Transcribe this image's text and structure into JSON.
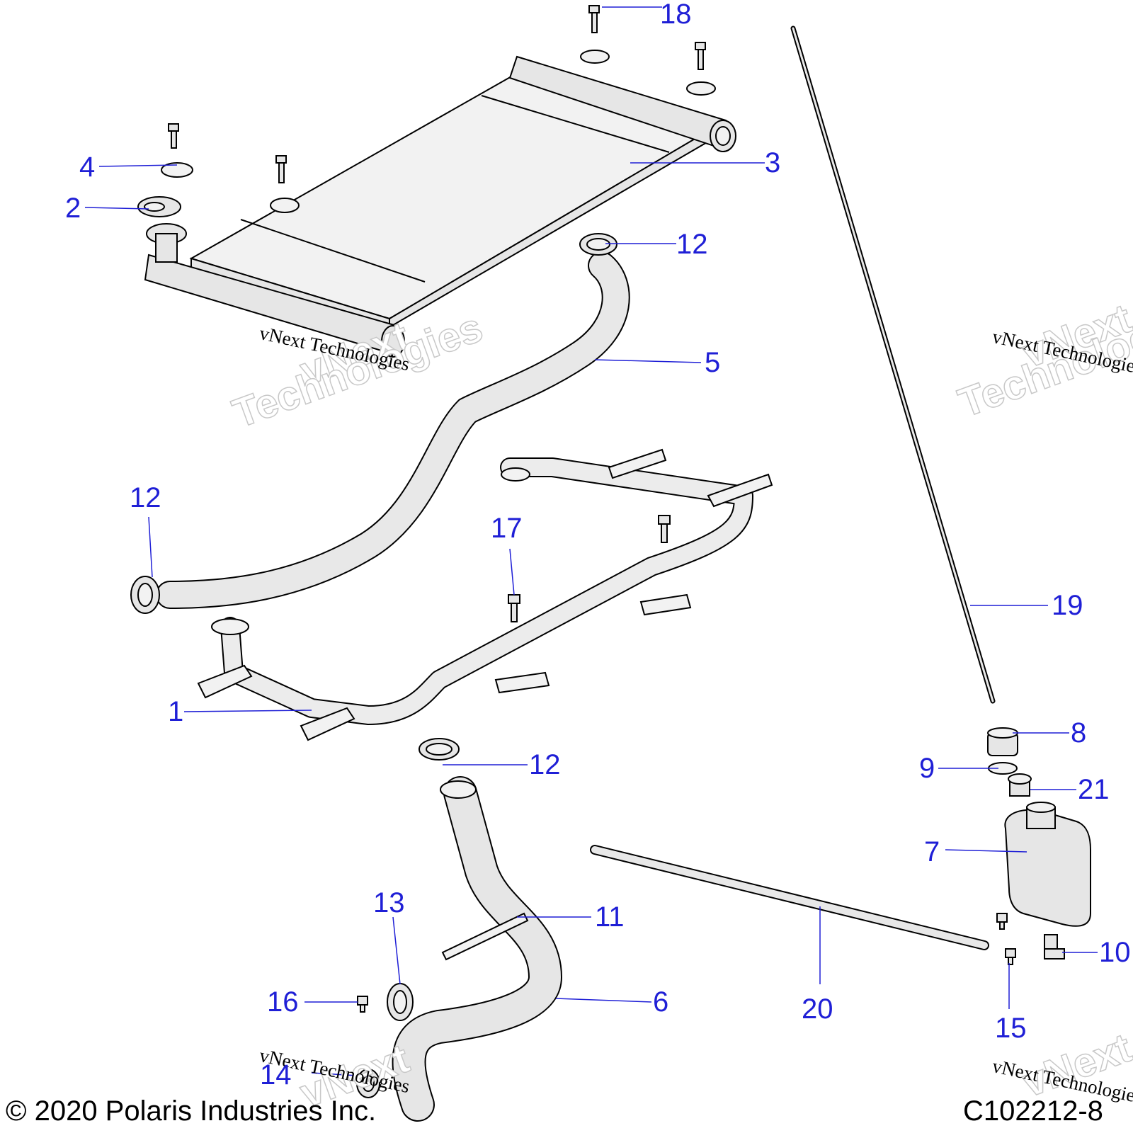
{
  "callouts": {
    "c1": "1",
    "c2": "2",
    "c3": "3",
    "c4": "4",
    "c5": "5",
    "c6": "6",
    "c7": "7",
    "c8": "8",
    "c9": "9",
    "c10": "10",
    "c11": "11",
    "c12a": "12",
    "c12b": "12",
    "c12c": "12",
    "c13": "13",
    "c14": "14",
    "c15": "15",
    "c16": "16",
    "c17": "17",
    "c18": "18",
    "c19": "19",
    "c20": "20",
    "c21": "21"
  },
  "watermark": {
    "small": "vNext Technologies",
    "big_top": "vNext",
    "big_bottom": "Technologies"
  },
  "footer": {
    "copyright": "© 2020 Polaris Industries Inc.",
    "drawing_number": "C102212-8"
  },
  "colors": {
    "callout": "#1f1fd6",
    "part_fill": "#e8e8e8",
    "outline": "#000000"
  }
}
